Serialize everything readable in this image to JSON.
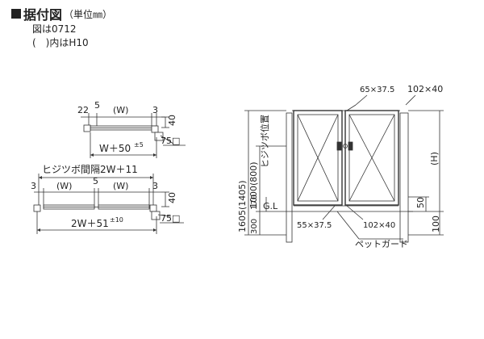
{
  "header": {
    "title": "据付図",
    "title_sub": "（単位㎜）",
    "note_figure": "図は0712",
    "note_bracket": "(　)内はH10"
  },
  "single_plan": {
    "dim_22": "22",
    "dim_5": "5",
    "dim_w": "(W)",
    "dim_3": "3",
    "dim_40": "40",
    "overall_main": "W＋50",
    "overall_tol": "±5",
    "post_size": "75□"
  },
  "double_plan": {
    "pitch": "ヒジツボ間隔2W＋11",
    "dim_3_left": "3",
    "dim_w1": "(W)",
    "dim_5": "5",
    "dim_w2": "(W)",
    "dim_3_right": "3",
    "dim_40": "40",
    "overall_main": "2W＋51",
    "overall_tol": "±10",
    "post_size": "75□"
  },
  "elevation": {
    "top_frame": "65×37.5",
    "post_frame": "102×40",
    "total_height": "1605(1405)",
    "hinge_height": "1000(800)",
    "hinge_label": "ヒジツボ位置",
    "dim_170": "170",
    "dim_300": "300",
    "ground_line": "G.L",
    "height_h": "(H)",
    "dim_50": "50",
    "dim_100": "100",
    "bottom_frame": "55×37.5",
    "bottom_post": "102×40",
    "pet_guard": "ペットガード"
  }
}
